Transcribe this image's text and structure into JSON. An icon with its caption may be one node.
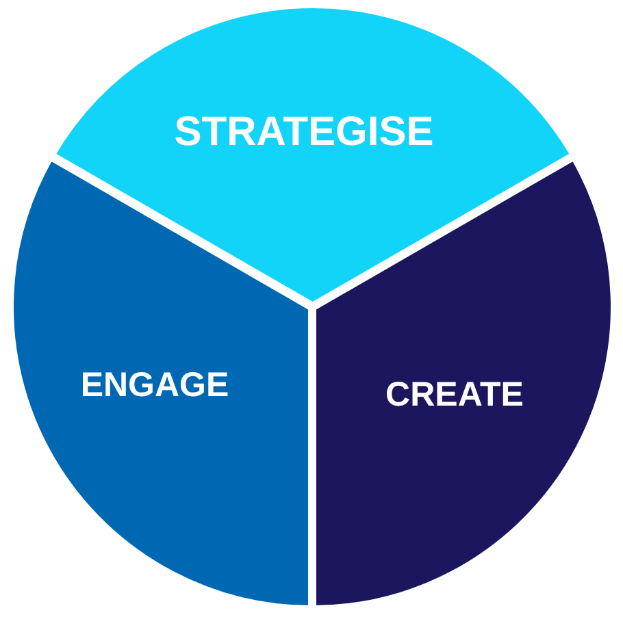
{
  "diagram": {
    "nodes": [
      {
        "text": [
          "STRATEGISE"
        ]
      },
      {
        "text": [
          "ENGAGE"
        ]
      },
      {
        "text": [
          "CREATE"
        ]
      }
    ]
  }
}
